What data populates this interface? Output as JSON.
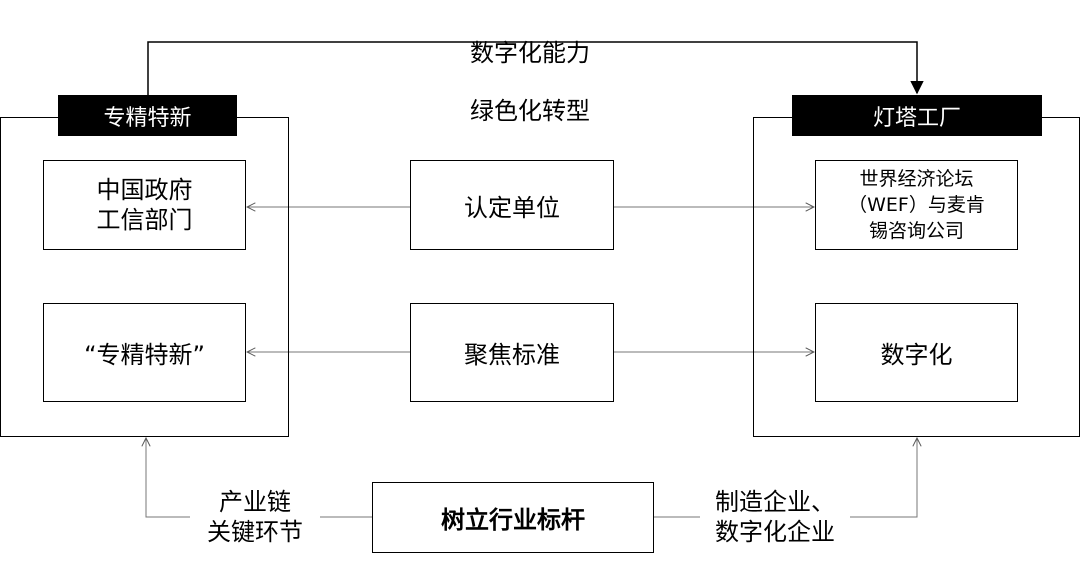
{
  "top_link": {
    "line1": "数字化能力",
    "line2": "绿色化转型"
  },
  "left_group": {
    "title": "专精特新",
    "box_top": "中国政府\n工信部门",
    "box_bottom": "“专精特新”"
  },
  "right_group": {
    "title": "灯塔工厂",
    "box_top": "世界经济论坛\n（WEF）与麦肯\n锡咨询公司",
    "box_bottom": "数字化"
  },
  "center": {
    "certifier": "认定单位",
    "focus_standard": "聚焦标准"
  },
  "bottom": {
    "benchmark": "树立行业标杆",
    "left_label": "产业链\n关键环节",
    "right_label": "制造企业、\n数字化企业"
  }
}
